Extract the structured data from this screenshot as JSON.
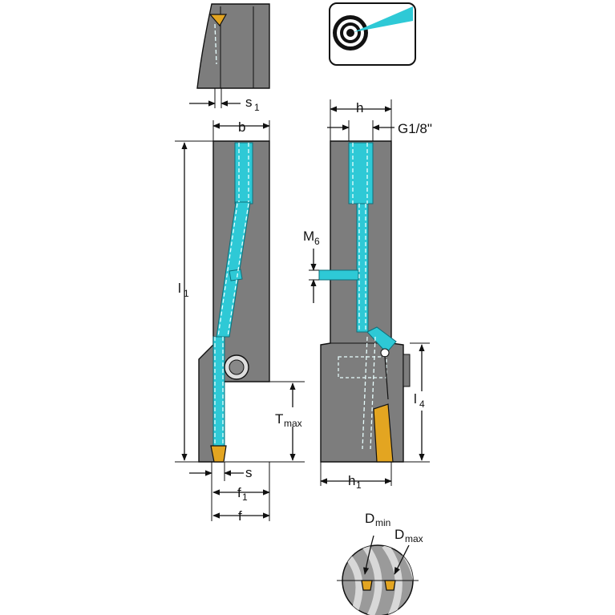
{
  "labels": {
    "s1_main": "s",
    "s1_sub": "1",
    "b": "b",
    "h": "h",
    "g18": "G1/8\"",
    "m6_main": "M",
    "m6_sub": "6",
    "l1_main": "l",
    "l1_sub": "1",
    "tmax_main": "T",
    "tmax_sub": "max",
    "s": "s",
    "f1_main": "f",
    "f1_sub": "1",
    "f": "f",
    "l4_main": "l",
    "l4_sub": "4",
    "h1_main": "h",
    "h1_sub": "1",
    "dmin_main": "D",
    "dmin_sub": "min",
    "dmax_main": "D",
    "dmax_sub": "max"
  },
  "icons": [
    "coolant-target-icon"
  ],
  "colors": {
    "body": "#7d7d7d",
    "coolant": "#2ec9d6",
    "insert": "#e3a521"
  }
}
